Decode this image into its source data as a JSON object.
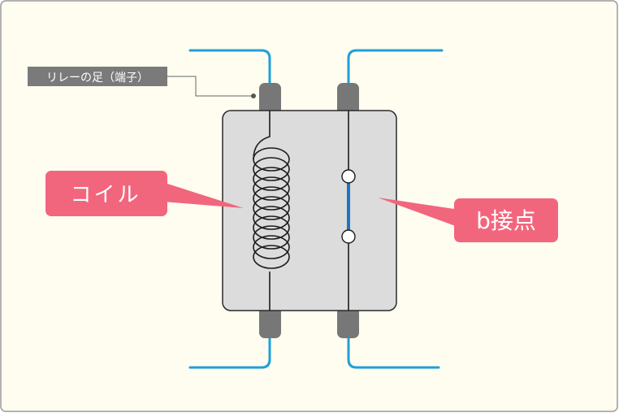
{
  "labels": {
    "terminal": "リレーの足（端子）",
    "coil": "コイル",
    "contact": "b接点"
  },
  "colors": {
    "background": "#fefdf0",
    "frame": "#9a9a9a",
    "relay_body": "#dcdcdc",
    "relay_outline": "#2a2a2a",
    "terminal_pin": "#777777",
    "wire": "#1f9fd8",
    "contact_bar": "#1f74c4",
    "callout": "#f2667d",
    "tag": "#7a7a7a"
  }
}
